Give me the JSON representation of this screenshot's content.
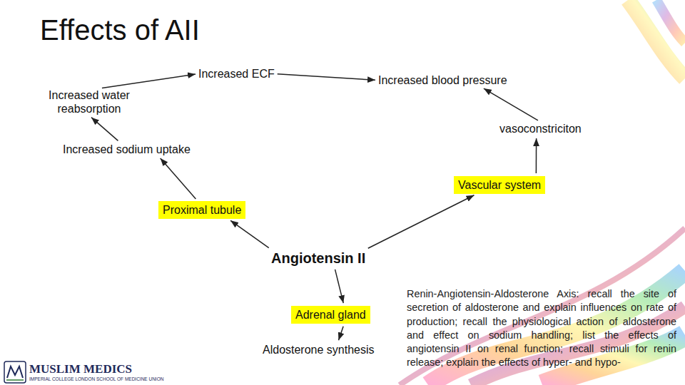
{
  "diagram": {
    "title": "Effects of AII",
    "nodes": [
      {
        "text": [
          "Increased ECF"
        ]
      },
      {
        "text": [
          "Increased blood pressure"
        ]
      },
      {
        "text": [
          "Increased water reabsorption"
        ]
      },
      {
        "text": [
          "vasoconstriciton"
        ]
      },
      {
        "text": [
          "Increased sodium uptake"
        ]
      },
      {
        "text": [
          "Vascular system"
        ]
      },
      {
        "text": [
          "Proximal tubule"
        ]
      },
      {
        "text": [
          "Angiotensin II"
        ]
      },
      {
        "text": [
          "Adrenal gland"
        ]
      },
      {
        "text": [
          "Aldosterone synthesis"
        ]
      }
    ],
    "edges": [
      {
        "from": 7,
        "to": 5,
        "arrow": "to"
      },
      {
        "from": 5,
        "to": 3,
        "arrow": "to"
      },
      {
        "from": 3,
        "to": 1,
        "arrow": "to"
      },
      {
        "from": 0,
        "to": 1,
        "arrow": "to"
      },
      {
        "from": 2,
        "to": 0,
        "arrow": "to"
      },
      {
        "from": 4,
        "to": 2,
        "arrow": "to"
      },
      {
        "from": 6,
        "to": 4,
        "arrow": "to"
      },
      {
        "from": 7,
        "to": 6,
        "arrow": "to"
      },
      {
        "from": 7,
        "to": 8,
        "arrow": "to"
      },
      {
        "from": 8,
        "to": 9,
        "arrow": "to"
      }
    ],
    "labels": [
      "Renin-Angiotensin-Aldosterone Axis: recall the site of secretion of aldosterone and explain influences on rate of production; recall the physiological action of aldosterone and effect on sodium handling; list the effects of angiotensin II on renal function; recall stimuli for renin release; explain the effects of hyper- and hypo-",
      "MUSLIM MEDICS",
      "IMPERIAL COLLEGE LONDON SCHOOL OF MEDICINE UNION"
    ]
  }
}
